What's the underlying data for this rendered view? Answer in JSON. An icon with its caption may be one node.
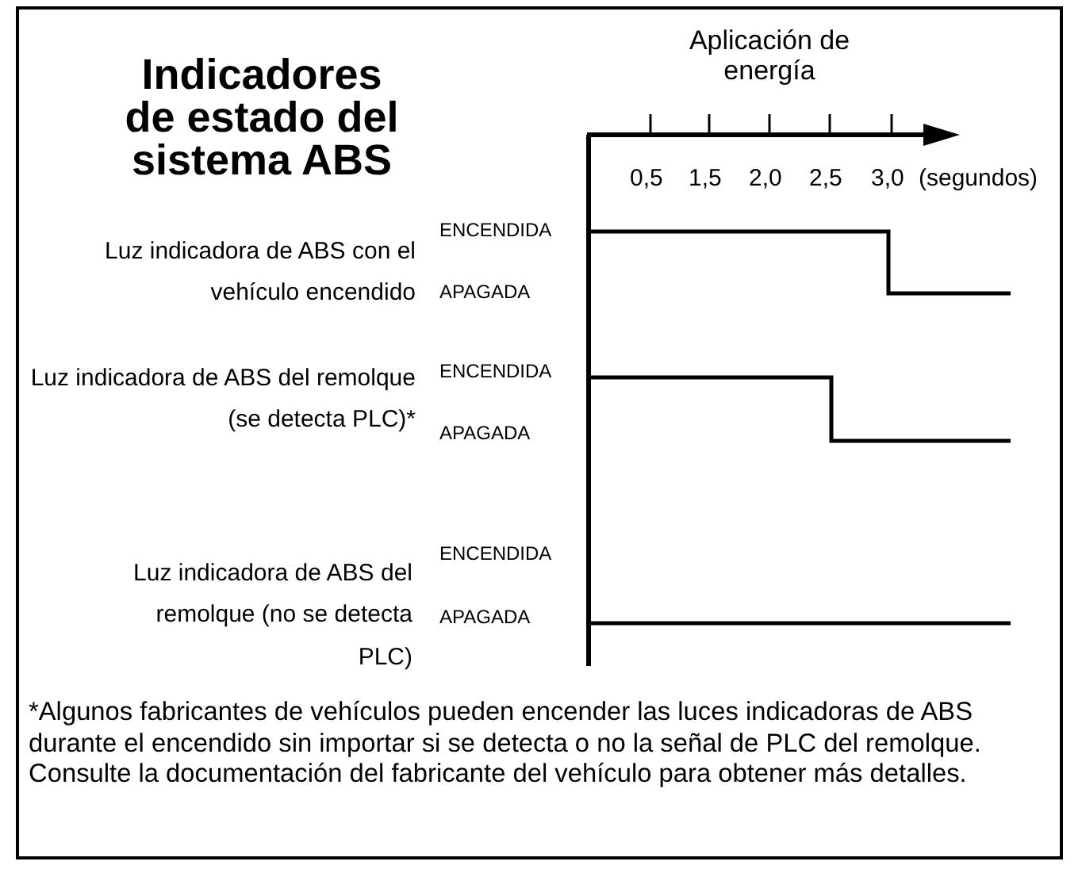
{
  "diagram": {
    "title": "Indicadores de estado del sistema ABS",
    "labels": [
      "Aplicación de energía",
      "0,5",
      "1,5",
      "2,0",
      "2,5",
      "3,0",
      "(segundos)",
      "Luz indicadora de ABS con el vehículo encendido",
      "ENCENDIDA",
      "APAGADA",
      "Luz indicadora de ABS del remolque (se detecta PLC)*",
      "ENCENDIDA",
      "APAGADA",
      "Luz indicadora de ABS del remolque (no se detecta PLC)",
      "ENCENDIDA",
      "APAGADA",
      "*Algunos fabricantes de vehículos pueden encender las luces indicadoras de ABS durante el encendido sin importar si se detecta o no la señal de PLC del remolque. Consulte la documentación del fabricante del vehículo para obtener más detalles."
    ]
  }
}
